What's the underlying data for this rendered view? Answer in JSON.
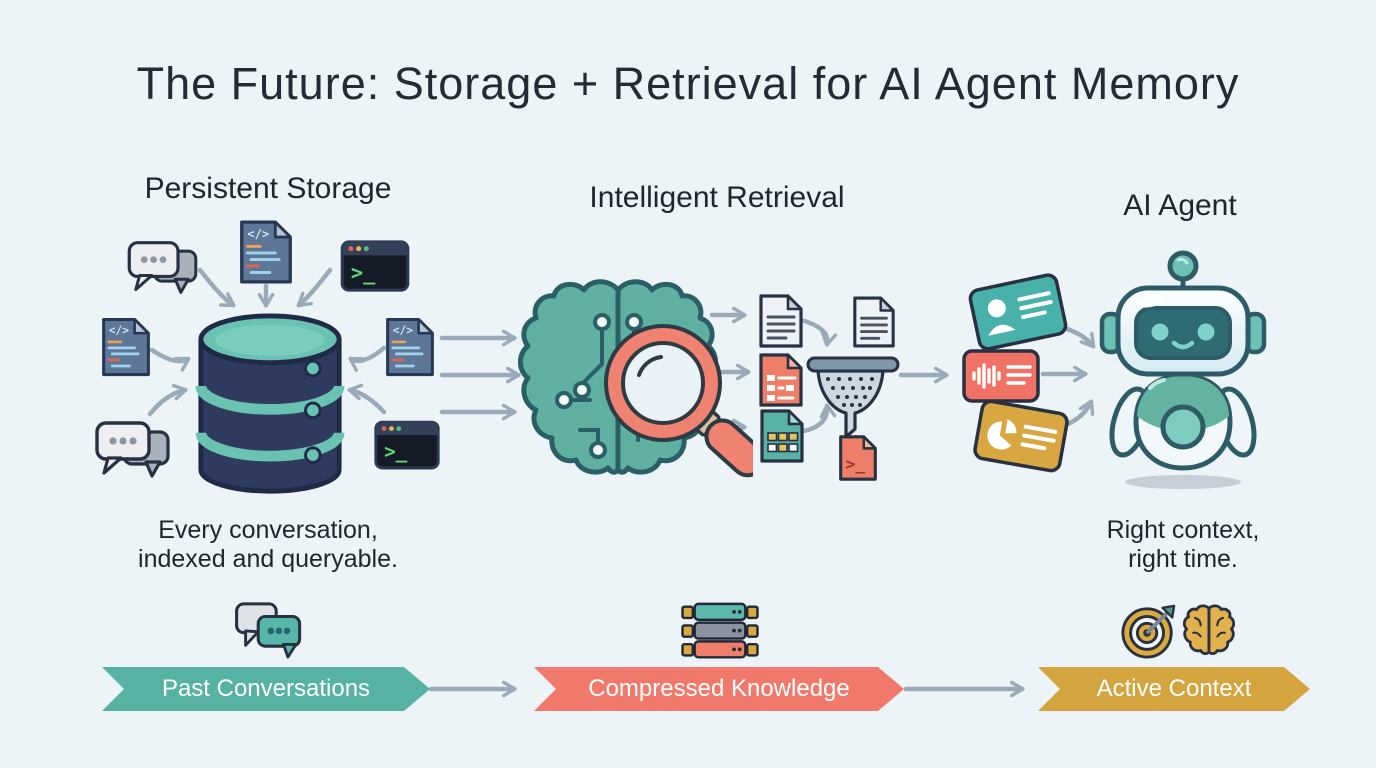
{
  "title": "The Future: Storage + Retrieval for AI Agent Memory",
  "columns": {
    "storage": {
      "heading": "Persistent Storage",
      "caption": [
        "Every conversation,",
        "indexed and queryable."
      ],
      "icons": [
        "chat-bubbles-icon",
        "code-file-icon",
        "terminal-icon",
        "database-icon"
      ]
    },
    "retrieval": {
      "heading": "Intelligent Retrieval",
      "icons": [
        "brain-circuit-icon",
        "magnifier-icon",
        "document-icon",
        "form-document-icon",
        "grid-document-icon",
        "funnel-icon",
        "terminal-doc-icon"
      ]
    },
    "agent": {
      "heading": "AI Agent",
      "caption": [
        "Right context,",
        "right time."
      ],
      "icons": [
        "id-card-icon",
        "audio-card-icon",
        "pie-card-icon",
        "robot-icon"
      ]
    }
  },
  "glyphs": {
    "code": "</>",
    "prompt": ">_"
  },
  "flow": {
    "steps": [
      {
        "label": "Past Conversations",
        "color": "#56b2a3",
        "icon": "chat-bubbles-icon"
      },
      {
        "label": "Compressed Knowledge",
        "color": "#f0796b",
        "icon": "server-stack-icon"
      },
      {
        "label": "Active Context",
        "color": "#d4a43e",
        "icon": "target-and-brain-icon"
      }
    ]
  },
  "colors": {
    "background": "#edf4f7",
    "arrow": "#9aaab9",
    "text": "#232a33",
    "teal": "#5cb8aa",
    "coral": "#f0796b",
    "gold": "#d4a43e",
    "navy": "#2e3a5e"
  }
}
